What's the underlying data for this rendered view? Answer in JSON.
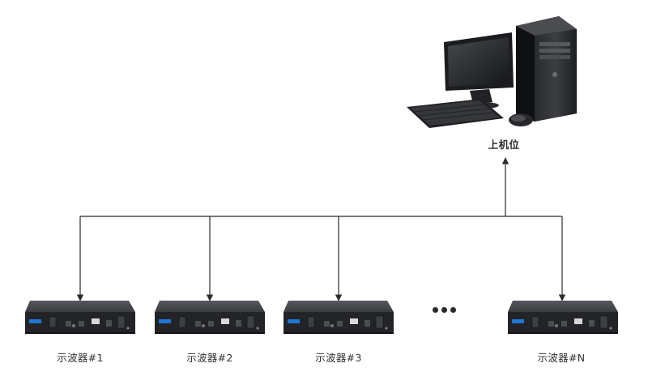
{
  "host": {
    "label": "上机位"
  },
  "oscilloscopes": [
    {
      "label": "示波器#1"
    },
    {
      "label": "示波器#2"
    },
    {
      "label": "示波器#3"
    },
    {
      "label": "示波器#N"
    }
  ],
  "colors": {
    "line": "#2b2b2b",
    "device_body": "#3d3f42",
    "device_front": "#26282b",
    "brand_badge": "#1e78d6"
  }
}
